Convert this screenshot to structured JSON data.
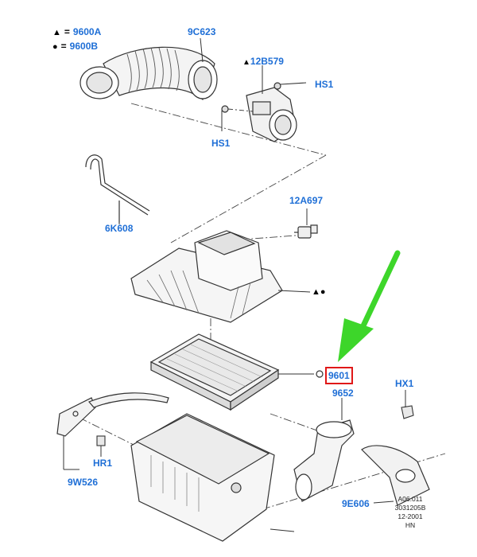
{
  "legend": {
    "triangle": {
      "symbol": "▲",
      "equals": "=",
      "code": "9600A"
    },
    "circle": {
      "symbol": "●",
      "equals": "=",
      "code": "9600B"
    }
  },
  "part_labels": {
    "p9c623": "9C623",
    "p12b579": "12B579",
    "hs1_right": "HS1",
    "hs1_left": "HS1",
    "p6k608": "6K608",
    "p12a697": "12A697",
    "p9601": "9601",
    "p9652": "9652",
    "hx1": "HX1",
    "hr1": "HR1",
    "p9w526": "9W526",
    "p9e606": "9E606"
  },
  "callouts": {
    "housing_symbols": "▲●"
  },
  "drawing_stamp": {
    "line1": "A06.011",
    "line2": "3031205B",
    "line3": "12-2001",
    "line4": "HN"
  },
  "colors": {
    "label_blue": "#1f6fd6",
    "highlight_red": "#e01818",
    "arrow_green": "#3dd62a",
    "line_dark": "#333333"
  }
}
